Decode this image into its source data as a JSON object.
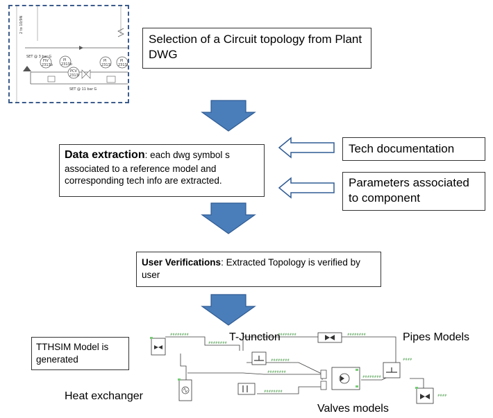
{
  "step1": {
    "text": "Selection of a Circuit topology from Plant DWG",
    "dwg_tags": {
      "set_left": "SET @ 3 bar G",
      "set_bottom": "SET @ 11 bar G",
      "fiv": "FIV",
      "fiv_no": "2313b",
      "pi": "PI",
      "pi_no": "2313b",
      "pcv": "PCV",
      "pcv_no": "2313f",
      "pi2": "PI",
      "pi2_no": "2313l",
      "pi3": "PI",
      "pi3_no": "2313h",
      "vertical_tag": "2 to 10/9N"
    }
  },
  "step2": {
    "title": "Data  extraction",
    "text": ": each dwg symbol s associated to a reference model and corresponding tech info are extracted."
  },
  "inputs": {
    "tech_doc": "Tech documentation",
    "params": "Parameters associated to component"
  },
  "step3": {
    "title": "User Verifications",
    "text": ": Extracted Topology is verified by user"
  },
  "step4": {
    "model_box": "TTHSIM Model is generated",
    "labels": {
      "t_junction": "T-Junction",
      "pipes": "Pipes Models",
      "heat_exchanger": "Heat exchanger",
      "valves": "Valves models"
    }
  },
  "colors": {
    "down_arrow": "#4a7ebb",
    "down_arrow_border": "#2f5b93",
    "dwg_border": "#3b5b8c",
    "model_wire": "#3a3a3a",
    "model_label": "#2a8a2a"
  }
}
